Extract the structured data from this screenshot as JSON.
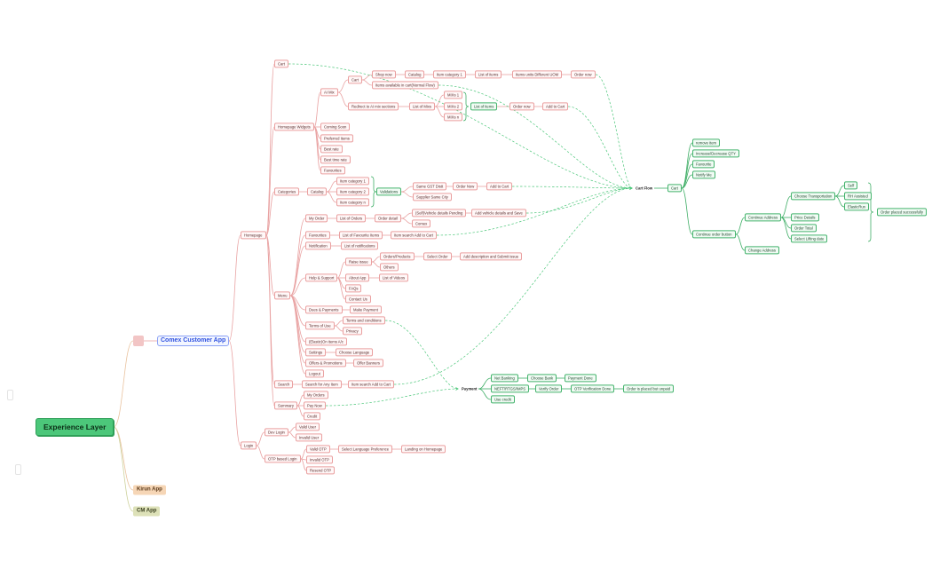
{
  "root": {
    "label": "Experience Layer"
  },
  "apps": {
    "comex": "Comex Customer App",
    "kirun": "Kirun App",
    "cm": "CM App"
  },
  "nodes": {
    "homepage": "Homepage",
    "login": "Login",
    "cart": "Cart",
    "homepage_widgets": "Homepage Widgets",
    "categories": "Categories",
    "menu": "Menu",
    "search": "Search",
    "summary": "Summary",
    "ai_mix": "AI Mix",
    "coming_soon": "Coming Soon",
    "preferred_items": "Preferred Items",
    "best_rate": "Best rate",
    "best_time_rate": "Best time rate",
    "favourites": "Favourites",
    "cart_inner": "Cart",
    "redirect_ai": "Redirect to AI mix sections",
    "shop_now": "Shop now",
    "catalog1": "Catalog",
    "item_cat1_a": "Item category 1",
    "list_of_items": "List of items",
    "items_uom": "Items units Different UOM",
    "order_now1": "Order now",
    "items_available": "Items available in cart(Normal Flow)",
    "list_of_mixes": "List of Mixs",
    "mix1": "MIXs 1",
    "mix2": "MIXs 2",
    "mixn": "MIXs n",
    "list_of_items_g": "List of items",
    "order_now2": "Order now",
    "add_to_cart1": "Add to Cart",
    "catalog2": "Catalog",
    "item_cat_1": "Item category 1",
    "item_cat_2": "Item category 2",
    "item_cat_n": "Item category n",
    "validations": "Validations",
    "same_gst": "Same GST Distt",
    "supplier_city": "Supplier Same City",
    "order_now3": "Order Now",
    "add_to_cart2": "Add to Cart",
    "my_order": "My Order",
    "list_of_orders": "List of Orders",
    "order_detail": "Order detail",
    "ltl_vehicle": "(Self)Vehicle details Pending",
    "add_vehicle": "Add vehicle details and Save",
    "comex_sub": "Comex",
    "favourites_menu": "Favourites",
    "list_fav_items": "List of Favourite Items",
    "item_search_add": "Item search Add to Cart",
    "notification": "Notification",
    "list_notifications": "List of notifications",
    "help_support": "Help & Support",
    "raise_issue": "Raise issue",
    "orders_products": "Orders/Products",
    "select_order": "Select Order",
    "add_description": "Add description  and Submit issue",
    "others": "Others",
    "about_app": "About App",
    "list_videos": "List of Videos",
    "faqs": "FAQs",
    "contact_us": "Contact Us",
    "dues_payments": "Dues & Payments",
    "make_payment": "Make Payment",
    "terms_of_use": "Terms of Use",
    "terms_conditions": "Terms and conditions",
    "privacy": "Privacy",
    "elastic_items": "(Elastic)On items A/c",
    "settings": "Settings",
    "choose_language": "Choose Language",
    "offers_promotions": "Offers & Promotions",
    "offer_banners": "Offer Banners",
    "logout": "Logout",
    "search_any_item": "Search for Any Item",
    "item_search_add2": "Item search Add to Cart",
    "my_orders": "My Orders",
    "pay_now": "Pay Now",
    "credit": "Credit",
    "dev_login": "Dev Login",
    "valid_user": "Valid User",
    "invalid_user": "Invalid User",
    "otp_login": "OTP based Login",
    "valid_otp": "Valid OTP",
    "select_language_pref": "Select Language Preference",
    "landing_homepage": "Landing on Homepage",
    "invalid_otp": "Invalid OTP",
    "resend_otp": "Resend OTP",
    "cart_flow": "Cart Flow",
    "cart_main": "Cart",
    "remove_item": "remove item",
    "inc_dec_qty": "Increase/Decrease QTY",
    "favourite": "Favourite",
    "notify_me": "Notify Me",
    "continue_order": "Continue order button",
    "continue_address": "Continue Address",
    "change_address": "Change Address",
    "choose_transportation": "Choose Transportation",
    "self": "Self",
    "rh_assisted": "RH Assisted",
    "elasticrun": "ElasticRun",
    "price_details": "Price Details",
    "order_total": "Order Total",
    "select_lifting": "Select Lifting date",
    "order_placed": "Order placed successfully",
    "payment": "Payment",
    "net_banking": "Net Banking",
    "choose_bank": "Choose Bank",
    "payment_done": "Payment Done",
    "neft_rtgs": "NEFT/RTGS/IMPS",
    "verify_order": "Verify Order",
    "otp_verification": "OTP Verification Done",
    "order_unpaid": "Order is placed but unpaid",
    "use_credit": "Use credit"
  },
  "colors": {
    "tree_red": "#e9a3a3",
    "tree_green": "#3fae66",
    "dash_green": "#4cc77a",
    "root": "#4cc77a",
    "comex": "#2f52e0",
    "kirun": "#f6d6b6",
    "cm": "#dde1b8"
  }
}
